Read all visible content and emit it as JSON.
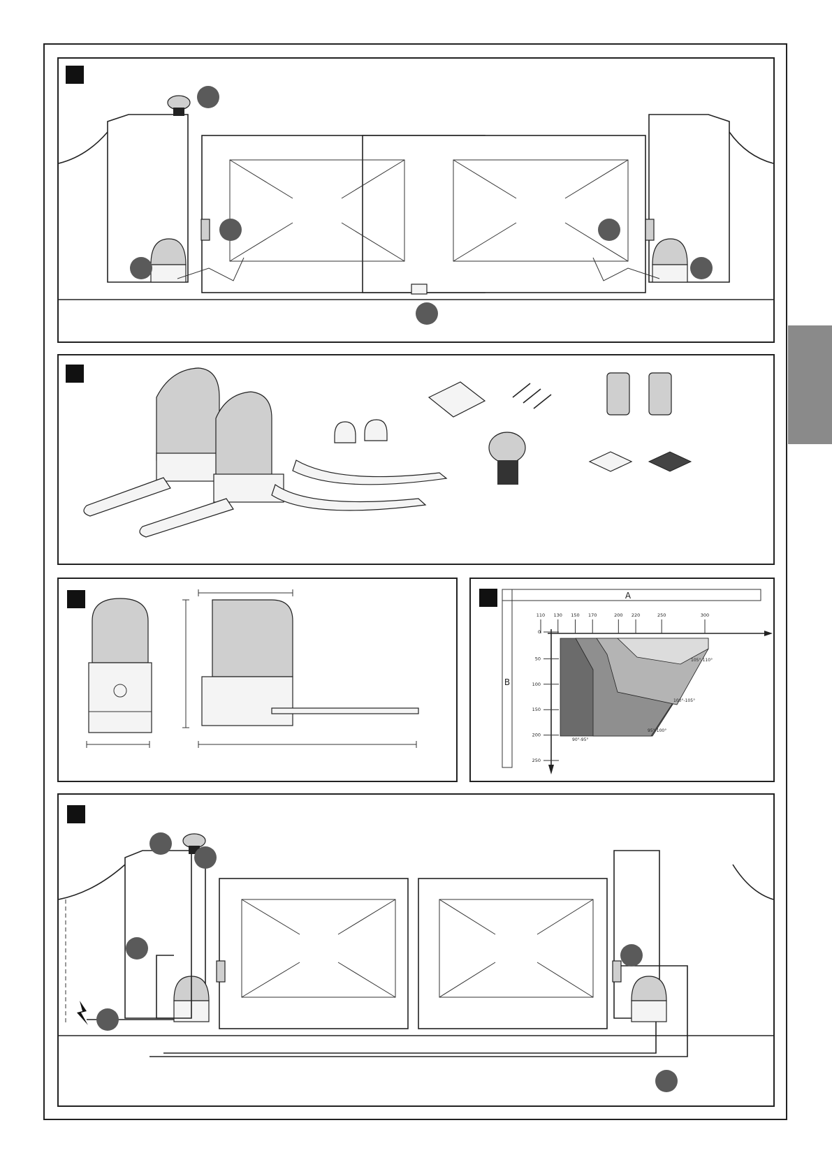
{
  "chart_data": {
    "type": "area",
    "title": "",
    "xlabel": "A",
    "ylabel": "B",
    "x_ticks": [
      "110",
      "130",
      "150",
      "170",
      "200",
      "220",
      "250",
      "300"
    ],
    "y_ticks": [
      "0",
      "50",
      "100",
      "150",
      "200",
      "250"
    ],
    "xlim": [
      110,
      300
    ],
    "ylim": [
      0,
      250
    ],
    "regions": [
      {
        "label": "90°-95°",
        "shade": "#6b6b6b"
      },
      {
        "label": "95°-100°",
        "shade": "#8f8f8f"
      },
      {
        "label": "100°-105°",
        "shade": "#b4b4b4"
      },
      {
        "label": "105°-110°",
        "shade": "#dcdcdc"
      }
    ]
  },
  "colors": {
    "tab": "#8a8a8a",
    "motor_cover": "#cfcfcf",
    "callout_dot": "#5a5a5a",
    "marker": "#111111"
  },
  "icons": [
    "lightning-icon"
  ]
}
